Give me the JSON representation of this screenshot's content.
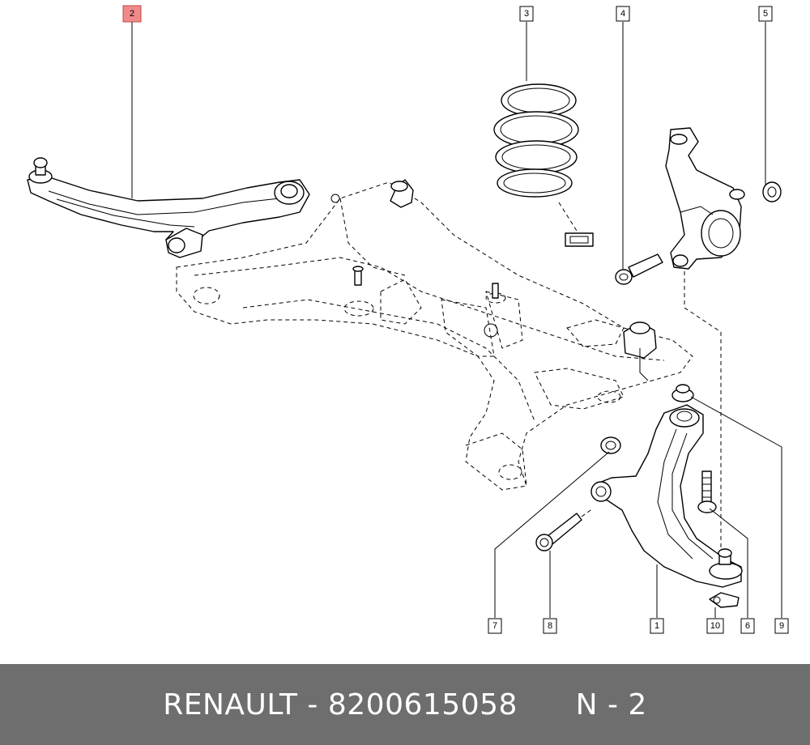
{
  "diagram": {
    "callouts": [
      {
        "label": "2",
        "highlighted": true
      },
      {
        "label": "3"
      },
      {
        "label": "4"
      },
      {
        "label": "5"
      },
      {
        "label": "7"
      },
      {
        "label": "8"
      },
      {
        "label": "1"
      },
      {
        "label": "10"
      },
      {
        "label": "6"
      },
      {
        "label": "9"
      }
    ],
    "highlight_color": "#f08a8a"
  },
  "footer": {
    "brand": "RENAULT",
    "separator": " - ",
    "part_number": "8200615058",
    "position_prefix": "N - ",
    "position_number": "2",
    "background_color": "#6e6e6e",
    "text_color": "#ffffff"
  }
}
